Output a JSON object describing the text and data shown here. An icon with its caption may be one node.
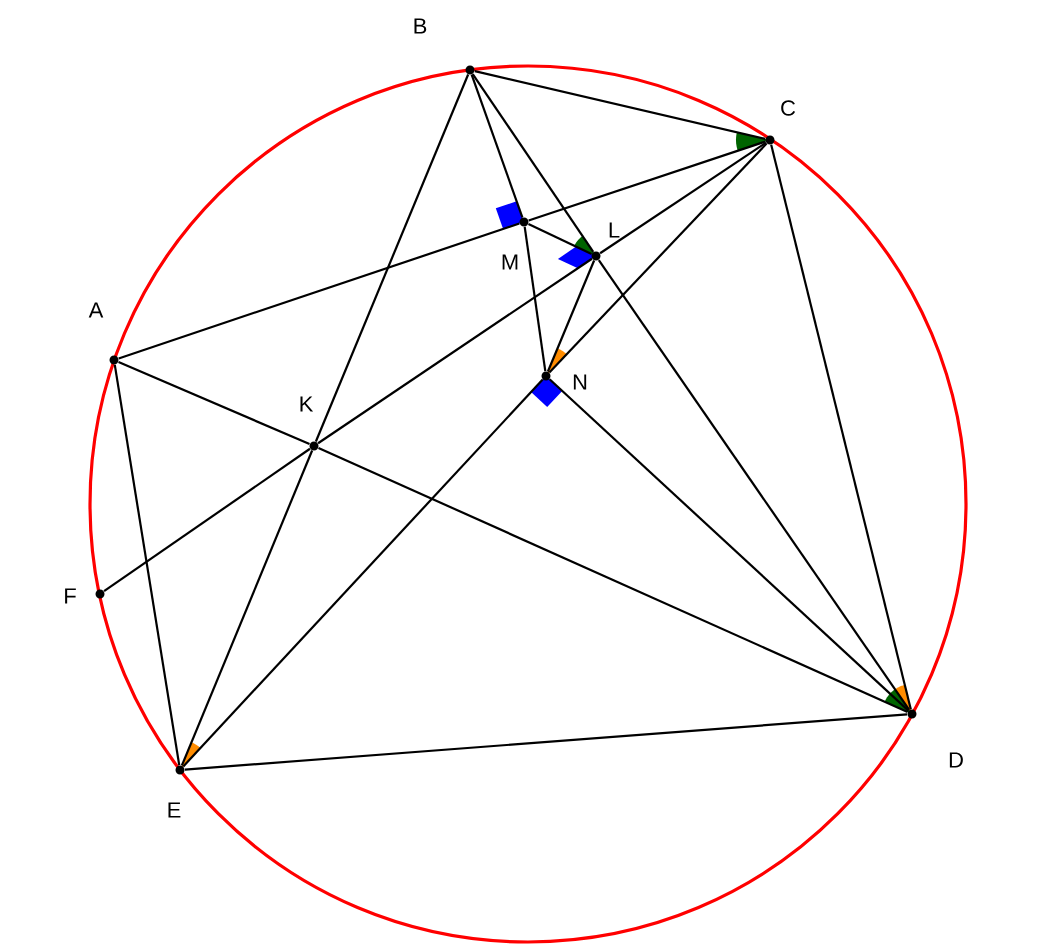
{
  "diagram": {
    "nodes": [
      {
        "text": [
          "B"
        ]
      },
      {
        "text": [
          "C"
        ]
      },
      {
        "text": [
          "M"
        ]
      },
      {
        "text": [
          "L"
        ]
      },
      {
        "text": [
          "A"
        ]
      },
      {
        "text": [
          "N"
        ]
      },
      {
        "text": [
          "K"
        ]
      },
      {
        "text": [
          "F"
        ]
      },
      {
        "text": [
          "D"
        ]
      },
      {
        "text": [
          "E"
        ]
      }
    ],
    "edges": [
      {
        "from": 0,
        "to": 1,
        "arrow": "none"
      },
      {
        "from": 4,
        "to": 2,
        "arrow": "none"
      },
      {
        "from": 2,
        "to": 1,
        "arrow": "none"
      },
      {
        "from": 0,
        "to": 6,
        "arrow": "none"
      },
      {
        "from": 6,
        "to": 9,
        "arrow": "none"
      },
      {
        "from": 0,
        "to": 3,
        "arrow": "none"
      },
      {
        "from": 3,
        "to": 8,
        "arrow": "none"
      },
      {
        "from": 0,
        "to": 2,
        "arrow": "none"
      },
      {
        "from": 2,
        "to": 5,
        "arrow": "none"
      },
      {
        "from": 2,
        "to": 3,
        "arrow": "none"
      },
      {
        "from": 7,
        "to": 6,
        "arrow": "none"
      },
      {
        "from": 6,
        "to": 3,
        "arrow": "none"
      },
      {
        "from": 3,
        "to": 1,
        "arrow": "none"
      },
      {
        "from": 9,
        "to": 5,
        "arrow": "none"
      },
      {
        "from": 5,
        "to": 1,
        "arrow": "none"
      },
      {
        "from": 1,
        "to": 8,
        "arrow": "none"
      },
      {
        "from": 4,
        "to": 6,
        "arrow": "none"
      },
      {
        "from": 6,
        "to": 8,
        "arrow": "none"
      },
      {
        "from": 4,
        "to": 9,
        "arrow": "none"
      },
      {
        "from": 9,
        "to": 8,
        "arrow": "none"
      },
      {
        "from": 5,
        "to": 8,
        "arrow": "none"
      },
      {
        "from": 3,
        "to": 5,
        "arrow": "none"
      }
    ]
  }
}
